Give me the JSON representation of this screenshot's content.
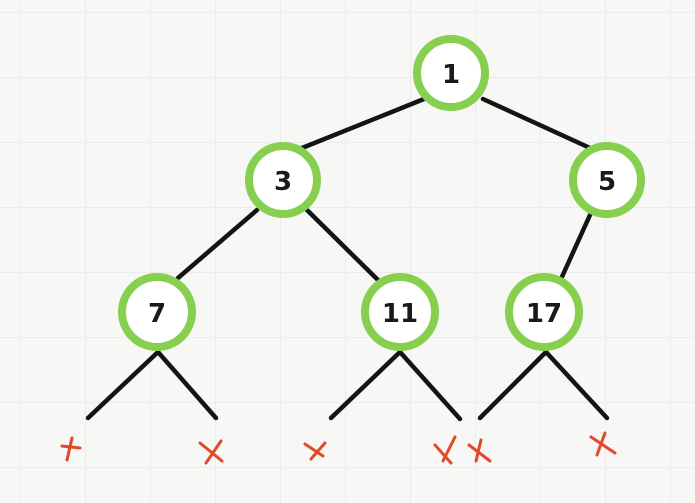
{
  "diagram": {
    "type": "binary-tree",
    "colors": {
      "node_ring": "#86cf4f",
      "node_fill": "#ffffff",
      "edge": "#141414",
      "null_marker": "#e2492a",
      "background": "#f7f7f6"
    },
    "nodes": [
      {
        "id": "n1",
        "label": "1"
      },
      {
        "id": "n3",
        "label": "3"
      },
      {
        "id": "n5",
        "label": "5"
      },
      {
        "id": "n7",
        "label": "7"
      },
      {
        "id": "n11",
        "label": "11"
      },
      {
        "id": "n17",
        "label": "17"
      }
    ],
    "edges": [
      {
        "from": "n1",
        "to": "n3"
      },
      {
        "from": "n1",
        "to": "n5"
      },
      {
        "from": "n3",
        "to": "n7"
      },
      {
        "from": "n3",
        "to": "n11"
      },
      {
        "from": "n5",
        "to": "n17"
      }
    ],
    "null_children": [
      {
        "parent": "n7",
        "side": "left",
        "marker": "cross"
      },
      {
        "parent": "n7",
        "side": "right",
        "marker": "cross"
      },
      {
        "parent": "n11",
        "side": "left",
        "marker": "cross"
      },
      {
        "parent": "n11",
        "side": "right",
        "marker": "cross"
      },
      {
        "parent": "n17",
        "side": "left",
        "marker": "cross"
      },
      {
        "parent": "n17",
        "side": "right",
        "marker": "cross"
      }
    ]
  }
}
